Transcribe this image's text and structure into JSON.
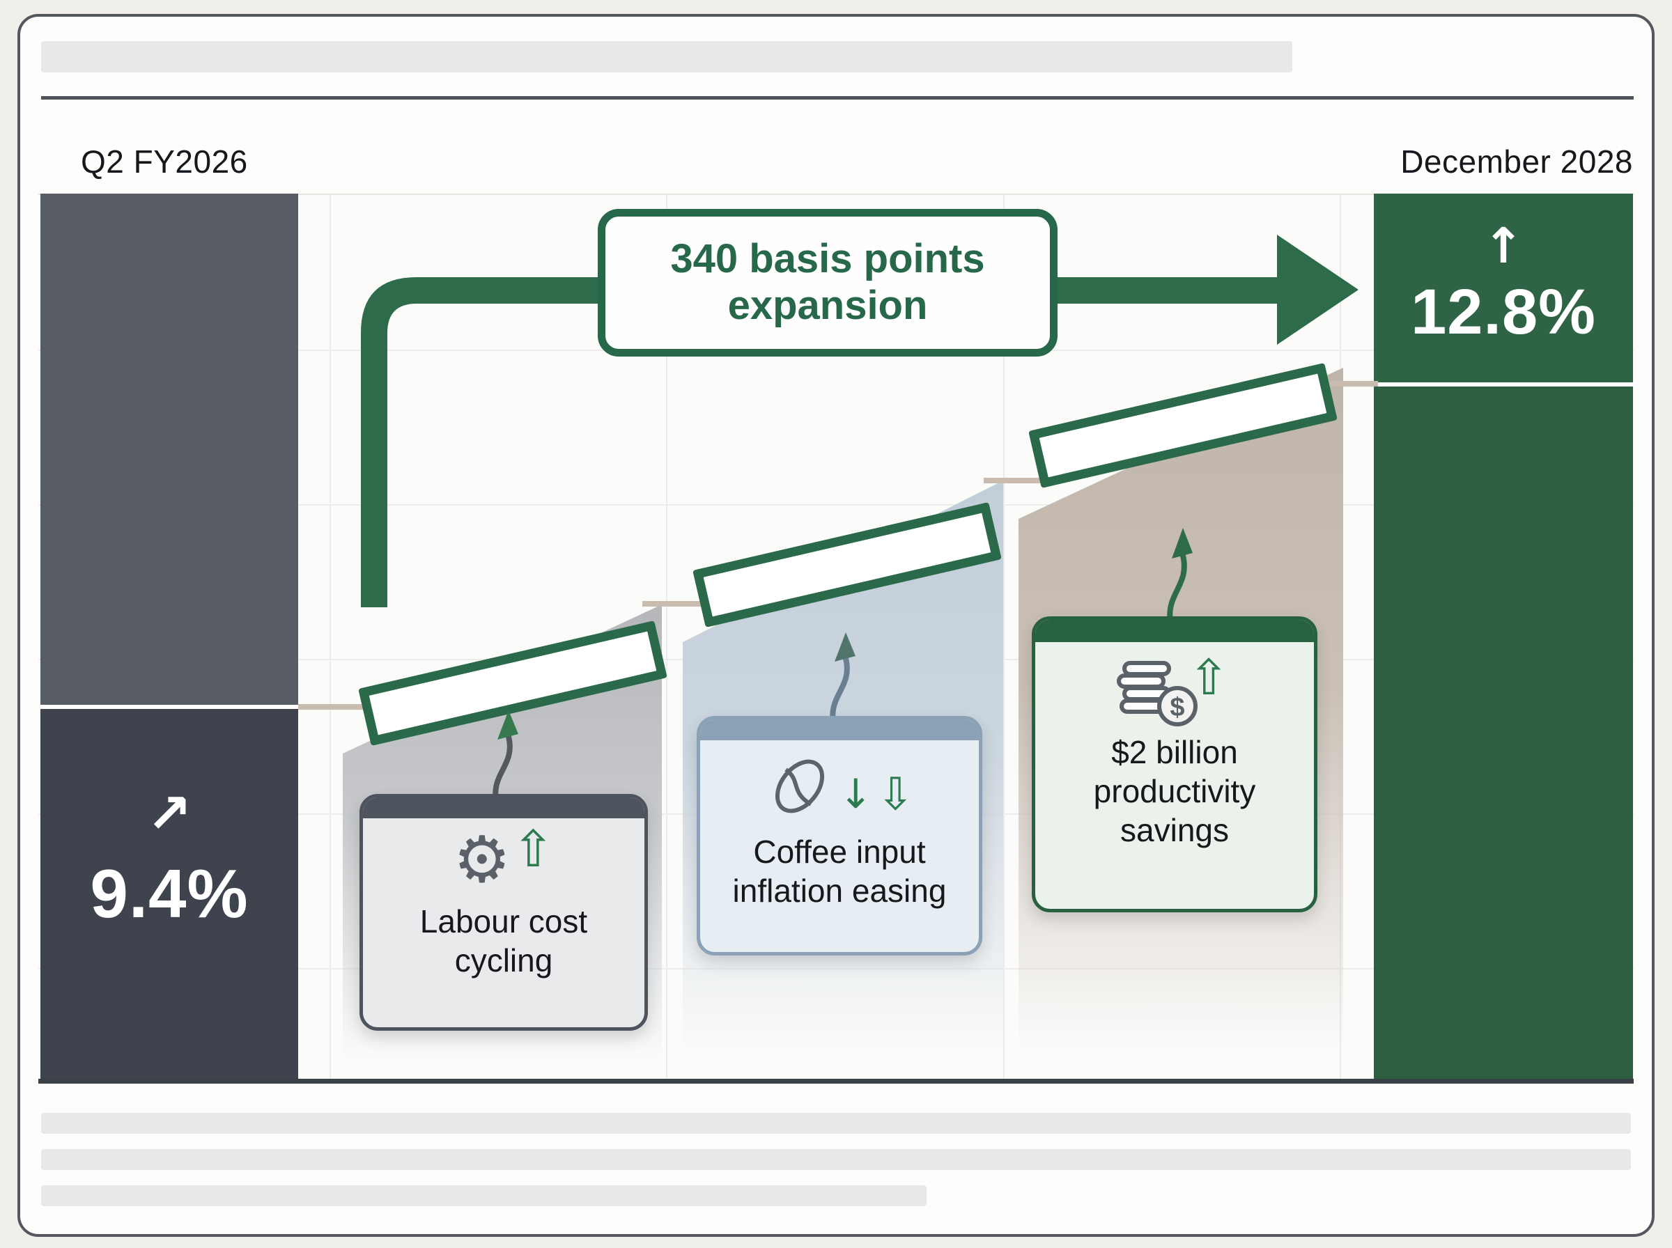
{
  "header": {
    "label_left": "Q2 FY2026",
    "label_right": "December 2028"
  },
  "start_bar": {
    "arrow": "↗",
    "value": "9.4%"
  },
  "end_bar": {
    "arrow": "↑",
    "value": "12.8%"
  },
  "callout": {
    "line1": "340 basis points",
    "line2": "expansion"
  },
  "cards": [
    {
      "label": "Labour cost cycling",
      "line1": "Labour cost",
      "line2": "cycling",
      "icons": {
        "gear": "⚙",
        "up_arrow": "⇧"
      }
    },
    {
      "label": "Coffee input inflation easing",
      "line1": "Coffee input",
      "line2": "inflation easing",
      "icons": {
        "down_arrow_thin": "↓",
        "down_arrow_hollow": "⇩"
      }
    },
    {
      "label": "$2 billion productivity savings",
      "line1": "$2 billion",
      "line2": "productivity",
      "line3": "savings",
      "icons": {
        "up_arrow": "⇧",
        "dollar": "$"
      }
    }
  ],
  "colors": {
    "accent_green": "#2a6949",
    "bar_green_top": "#2f6345",
    "bar_green_bottom": "#2d5e40",
    "bar_gray_top": "#575c65",
    "bar_gray_bottom": "#3e434d",
    "connector_tan": "#c9bcae",
    "card1_frame": "#4d545e",
    "card2_frame": "#8ba2b6",
    "card3_frame": "#27613f",
    "icon_gray": "#5b6168",
    "icon_green": "#2e7a50"
  },
  "chart_data": {
    "type": "bar",
    "subtype": "margin-bridge",
    "title": "340 basis points expansion",
    "categories": [
      "Q2 FY2026",
      "December 2028"
    ],
    "values": [
      9.4,
      12.8
    ],
    "unit": "%",
    "delta_basis_points": 340,
    "drivers": [
      "Labour cost cycling",
      "Coffee input inflation easing",
      "$2 billion productivity savings"
    ],
    "grid": true,
    "legend_position": "none"
  }
}
